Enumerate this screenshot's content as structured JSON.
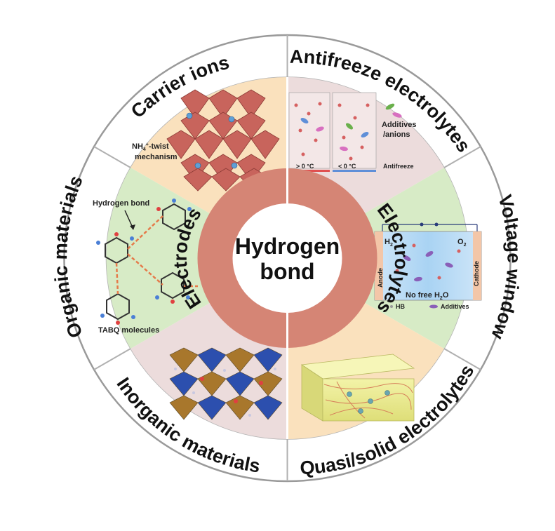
{
  "outer_ring": {
    "carrier_ions": "Carrier ions",
    "antifreeze": "Antifreeze electrolytes",
    "voltage": "Voltage window",
    "quasi_solid": "Quasi/solid electrolytes",
    "inorganic": "Inorganic materials",
    "organic": "Organic materials"
  },
  "inner_ring": {
    "electrodes": "Electrodes",
    "electrolytes": "Electrolytes"
  },
  "center": {
    "line1": "Hydrogen",
    "line2": "bond"
  },
  "carrier_panel": {
    "mechanism_line1": "NH",
    "mechanism_sub": "4",
    "mechanism_sup": "+",
    "mechanism_rest": "-twist",
    "mechanism_line2": "mechanism"
  },
  "antifreeze_panel": {
    "above_zero": "> 0 °C",
    "below_zero": "< 0 °C",
    "additives_line1": "Additives",
    "additives_line2": "/anions",
    "antifreeze": "Antifreeze"
  },
  "voltage_panel": {
    "h2": "H",
    "h2_sub": "2",
    "o2": "O",
    "o2_sub": "2",
    "anode": "Anode",
    "cathode": "Cathode",
    "no_free": "No free H",
    "no_free_sub": "2",
    "no_free_end": "O",
    "hb": "HB",
    "additives": "Additives"
  },
  "organic_panel": {
    "hydrogen_bond": "Hydrogen bond",
    "tabq": "TABQ molecules"
  },
  "colors": {
    "carrier_bg": "#fae1bd",
    "antifreeze_bg": "#ecdcdc",
    "voltage_bg": "#d7ebc6",
    "quasi_bg": "#fae1bd",
    "inorganic_bg": "#ecdcdc",
    "organic_bg": "#d7ebc6",
    "inner_ring": "#d58575"
  }
}
